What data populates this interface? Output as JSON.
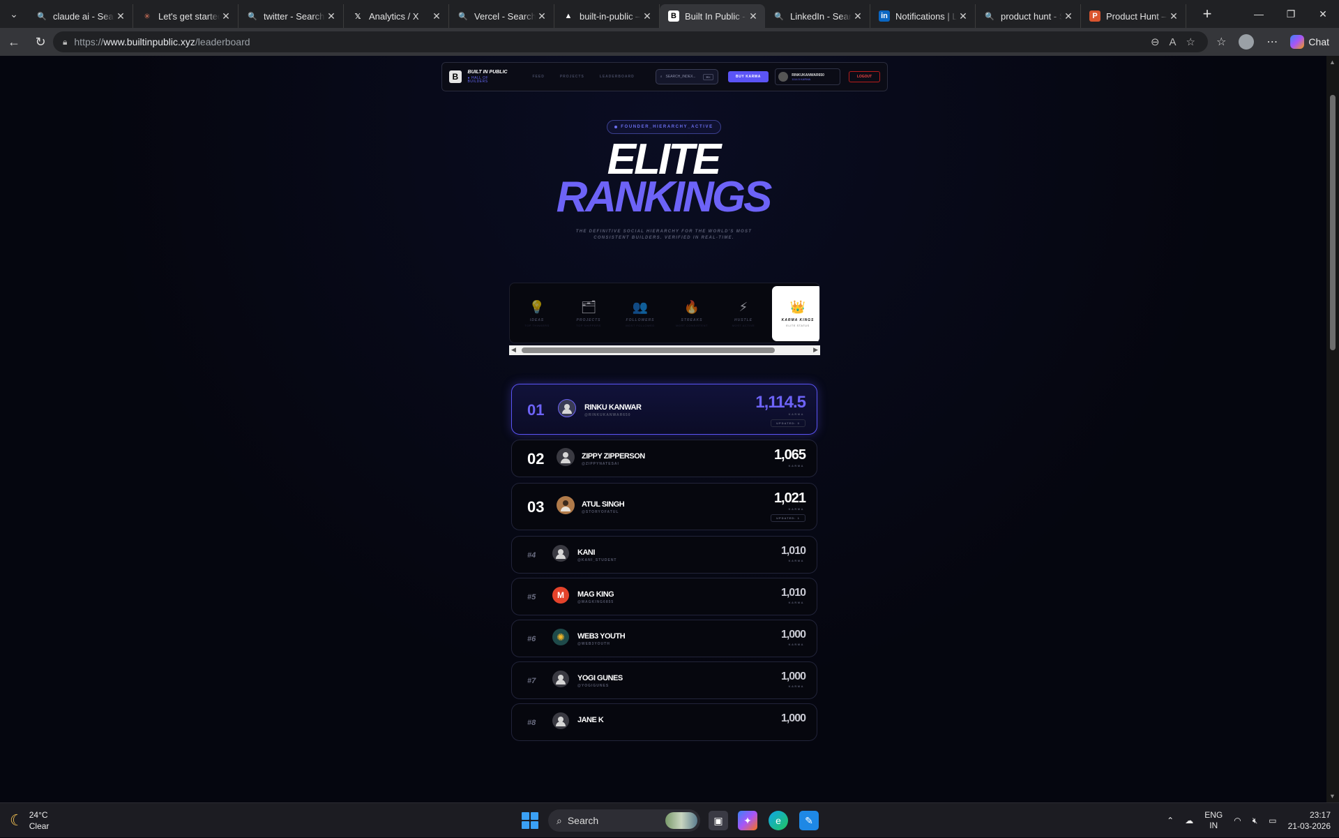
{
  "browser": {
    "tabs": [
      {
        "title": "claude ai - Search",
        "icon": "search-icon",
        "fav": "🔍",
        "favbg": "transparent",
        "favcolor": "#7aa2ff",
        "active": false
      },
      {
        "title": "Let's get started - Claude",
        "icon": "claude-icon",
        "fav": "✳",
        "favbg": "transparent",
        "favcolor": "#e07a5f",
        "active": false
      },
      {
        "title": "twitter - Search",
        "icon": "search-icon",
        "fav": "🔍",
        "favbg": "transparent",
        "favcolor": "#7aa2ff",
        "active": false
      },
      {
        "title": "Analytics / X",
        "icon": "x-icon",
        "fav": "𝕏",
        "favbg": "transparent",
        "favcolor": "#ffffff",
        "active": false
      },
      {
        "title": "Vercel - Search",
        "icon": "search-icon",
        "fav": "🔍",
        "favbg": "transparent",
        "favcolor": "#7aa2ff",
        "active": false
      },
      {
        "title": "built-in-public – A",
        "icon": "vercel-icon",
        "fav": "▲",
        "favbg": "transparent",
        "favcolor": "#ffffff",
        "active": false
      },
      {
        "title": "Built In Public - Re",
        "icon": "builtinpublic-icon",
        "fav": "B",
        "favbg": "#ffffff",
        "favcolor": "#000000",
        "active": true
      },
      {
        "title": "LinkedIn - Search",
        "icon": "search-icon",
        "fav": "🔍",
        "favbg": "transparent",
        "favcolor": "#7aa2ff",
        "active": false
      },
      {
        "title": "Notifications | Lin",
        "icon": "linkedin-icon",
        "fav": "in",
        "favbg": "#0a66c2",
        "favcolor": "#ffffff",
        "active": false
      },
      {
        "title": "product hunt - Se",
        "icon": "search-icon",
        "fav": "🔍",
        "favbg": "transparent",
        "favcolor": "#7aa2ff",
        "active": false
      },
      {
        "title": "Product Hunt – Th",
        "icon": "producthunt-icon",
        "fav": "P",
        "favbg": "#da552f",
        "favcolor": "#ffffff",
        "active": false
      }
    ],
    "url_scheme": "https://",
    "url_host": "www.builtinpublic.xyz",
    "url_path": "/leaderboard",
    "chat_label": "Chat"
  },
  "site": {
    "brand_title": "BUILT IN PUBLIC",
    "brand_sub": "● HALL OF BUILDERS",
    "nav": [
      "FEED",
      "PROJECTS",
      "LEADERBOARD"
    ],
    "search_placeholder": "SEARCH_INDEX...",
    "search_kbd": "⌘K",
    "buy_label": "BUY KARMA",
    "user_name": "RINKUKANWAR650",
    "user_karma": "1114.5 KARMA",
    "logout_label": "LOGOUT",
    "pill_label": "FOUNDER_HIERARCHY_ACTIVE",
    "headline_1": "ELITE",
    "headline_2": "RANKINGS",
    "subtitle": "THE DEFINITIVE SOCIAL HIERARCHY FOR THE WORLD'S MOST CONSISTENT BUILDERS. VERIFIED IN REAL-TIME."
  },
  "categories": [
    {
      "label": "IDEAS",
      "sub": "TOP THINKERS",
      "icon": "lightbulb-icon",
      "glyph": "💡",
      "active": false
    },
    {
      "label": "PROJECTS",
      "sub": "TOP SHIPPERS",
      "icon": "layers-icon",
      "glyph": "🗂",
      "active": false
    },
    {
      "label": "FOLLOWERS",
      "sub": "MOST FOLLOWED",
      "icon": "users-icon",
      "glyph": "👥",
      "active": false
    },
    {
      "label": "STREAKS",
      "sub": "MOST CONSISTENT",
      "icon": "flame-icon",
      "glyph": "🔥",
      "active": false
    },
    {
      "label": "HUSTLE",
      "sub": "MOST ACTIVE",
      "icon": "bolt-icon",
      "glyph": "⚡",
      "active": false
    },
    {
      "label": "KARMA KINGS",
      "sub": "ELITE STATUS",
      "icon": "crown-icon",
      "glyph": "👑",
      "active": true
    }
  ],
  "leaderboard": [
    {
      "rank": "01",
      "name": "RINKU KANWAR",
      "handle": "@RINKUKANWAR650",
      "karma": "1,114.5",
      "karma_label": "KARMA",
      "updated": "UPDATED: 0",
      "avatar": "default",
      "avatar_bg": "#3a3c55"
    },
    {
      "rank": "02",
      "name": "ZIPPY ZIPPERSON",
      "handle": "@ZIPPYNATESAI",
      "karma": "1,065",
      "karma_label": "KARMA",
      "updated": "",
      "avatar": "default",
      "avatar_bg": "#3a3a42"
    },
    {
      "rank": "03",
      "name": "ATUL SINGH",
      "handle": "@STORYOFATUL",
      "karma": "1,021",
      "karma_label": "KARMA",
      "updated": "UPDATED: 1",
      "avatar": "photo",
      "avatar_bg": "#b07a4a"
    },
    {
      "rank": "#4",
      "name": "KANI",
      "handle": "@KANI_STUDENT",
      "karma": "1,010",
      "karma_label": "KARMA",
      "updated": "",
      "avatar": "default",
      "avatar_bg": "#3a3a42"
    },
    {
      "rank": "#5",
      "name": "MAG KING",
      "handle": "@MAGKING6855",
      "karma": "1,010",
      "karma_label": "KARMA",
      "updated": "",
      "avatar": "letter",
      "avatar_letter": "M",
      "avatar_bg": "#e4432b"
    },
    {
      "rank": "#6",
      "name": "WEB3 YOUTH",
      "handle": "@WEB3YOUTH",
      "karma": "1,000",
      "karma_label": "KARMA",
      "updated": "",
      "avatar": "logo",
      "avatar_bg": "#1e4a4a"
    },
    {
      "rank": "#7",
      "name": "YOGI GUNES",
      "handle": "@YOGIGUNES",
      "karma": "1,000",
      "karma_label": "KARMA",
      "updated": "",
      "avatar": "default",
      "avatar_bg": "#3a3a42"
    },
    {
      "rank": "#8",
      "name": "JANE K",
      "handle": "",
      "karma": "1,000",
      "karma_label": "",
      "updated": "",
      "avatar": "default",
      "avatar_bg": "#3a3a42"
    }
  ],
  "taskbar": {
    "temp": "24°C",
    "weather": "Clear",
    "search_label": "Search",
    "lang_1": "ENG",
    "lang_2": "IN",
    "time": "23:17",
    "date": "21-03-2026"
  }
}
